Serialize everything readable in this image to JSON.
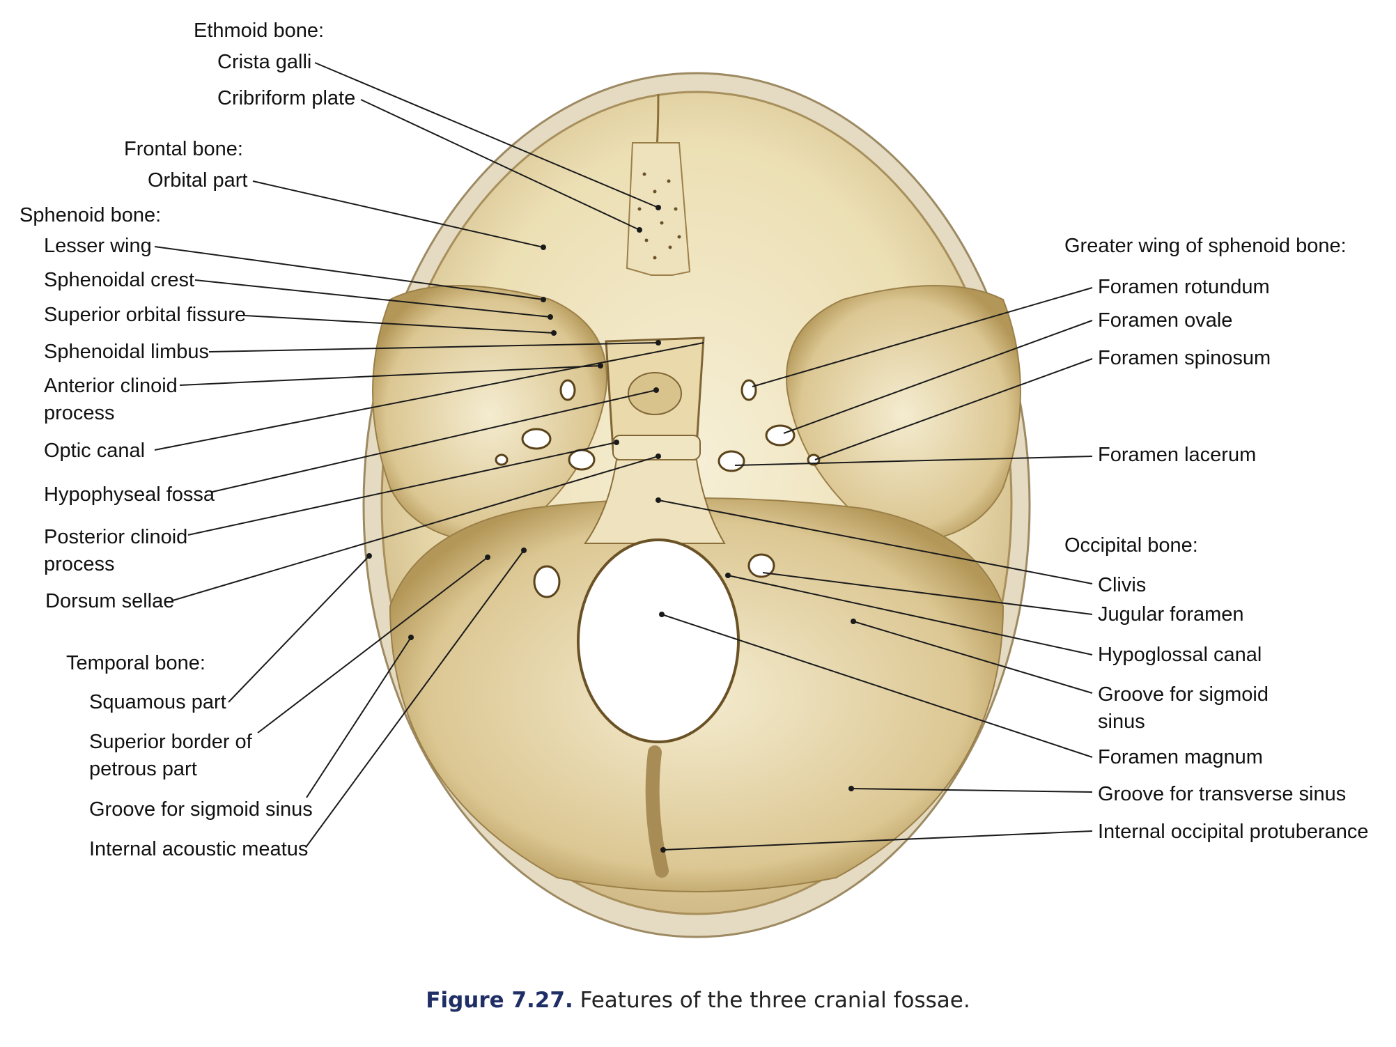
{
  "palette": {
    "bone_light": "#f3ebcf",
    "bone_mid": "#e6d7a8",
    "bone_shadow": "#b59a5e",
    "bone_dark": "#7d6232",
    "rim": "#e2d8bd",
    "leader": "#1a1a1a",
    "caption_accent": "#1f2f66"
  },
  "caption": {
    "number": "Figure 7.27.",
    "text": "Features of the three cranial fossae."
  },
  "labels": [
    {
      "id": "ethmoid-bone",
      "text": "Ethmoid bone:",
      "heading": true
    },
    {
      "id": "crista-galli",
      "text": "Crista galli"
    },
    {
      "id": "cribriform-plate",
      "text": "Cribriform plate"
    },
    {
      "id": "frontal-bone",
      "text": "Frontal bone:",
      "heading": true
    },
    {
      "id": "orbital-part",
      "text": "Orbital part"
    },
    {
      "id": "sphenoid-bone",
      "text": "Sphenoid bone:",
      "heading": true
    },
    {
      "id": "lesser-wing",
      "text": "Lesser wing"
    },
    {
      "id": "sphenoidal-crest",
      "text": "Sphenoidal crest"
    },
    {
      "id": "superior-orbital-fissure",
      "text": "Superior orbital fissure"
    },
    {
      "id": "sphenoidal-limbus",
      "text": "Sphenoidal limbus"
    },
    {
      "id": "anterior-clinoid-process",
      "text": "Anterior clinoid",
      "line2": "process"
    },
    {
      "id": "optic-canal",
      "text": "Optic canal"
    },
    {
      "id": "hypophyseal-fossa",
      "text": "Hypophyseal fossa"
    },
    {
      "id": "posterior-clinoid-process",
      "text": "Posterior clinoid",
      "line2": "process"
    },
    {
      "id": "dorsum-sellae",
      "text": "Dorsum sellae"
    },
    {
      "id": "temporal-bone",
      "text": "Temporal bone:",
      "heading": true
    },
    {
      "id": "squamous-part",
      "text": "Squamous part"
    },
    {
      "id": "superior-border-petrous-part",
      "text": "Superior border of",
      "line2": "petrous part"
    },
    {
      "id": "groove-sigmoid-sinus-left",
      "text": "Groove for sigmoid sinus"
    },
    {
      "id": "internal-acoustic-meatus",
      "text": "Internal acoustic meatus"
    },
    {
      "id": "greater-wing-sphenoid",
      "text": "Greater wing of sphenoid bone:",
      "heading": true
    },
    {
      "id": "foramen-rotundum",
      "text": "Foramen rotundum"
    },
    {
      "id": "foramen-ovale",
      "text": "Foramen ovale"
    },
    {
      "id": "foramen-spinosum",
      "text": "Foramen spinosum"
    },
    {
      "id": "foramen-lacerum",
      "text": "Foramen lacerum"
    },
    {
      "id": "occipital-bone",
      "text": "Occipital bone:",
      "heading": true
    },
    {
      "id": "clivis",
      "text": "Clivis"
    },
    {
      "id": "jugular-foramen",
      "text": "Jugular foramen"
    },
    {
      "id": "hypoglossal-canal",
      "text": "Hypoglossal canal"
    },
    {
      "id": "groove-sigmoid-sinus-right",
      "text": "Groove for sigmoid",
      "line2": "sinus"
    },
    {
      "id": "foramen-magnum",
      "text": "Foramen magnum"
    },
    {
      "id": "groove-transverse-sinus",
      "text": "Groove for transverse sinus"
    },
    {
      "id": "internal-occipital-protuberance",
      "text": "Internal occipital protuberance"
    }
  ]
}
